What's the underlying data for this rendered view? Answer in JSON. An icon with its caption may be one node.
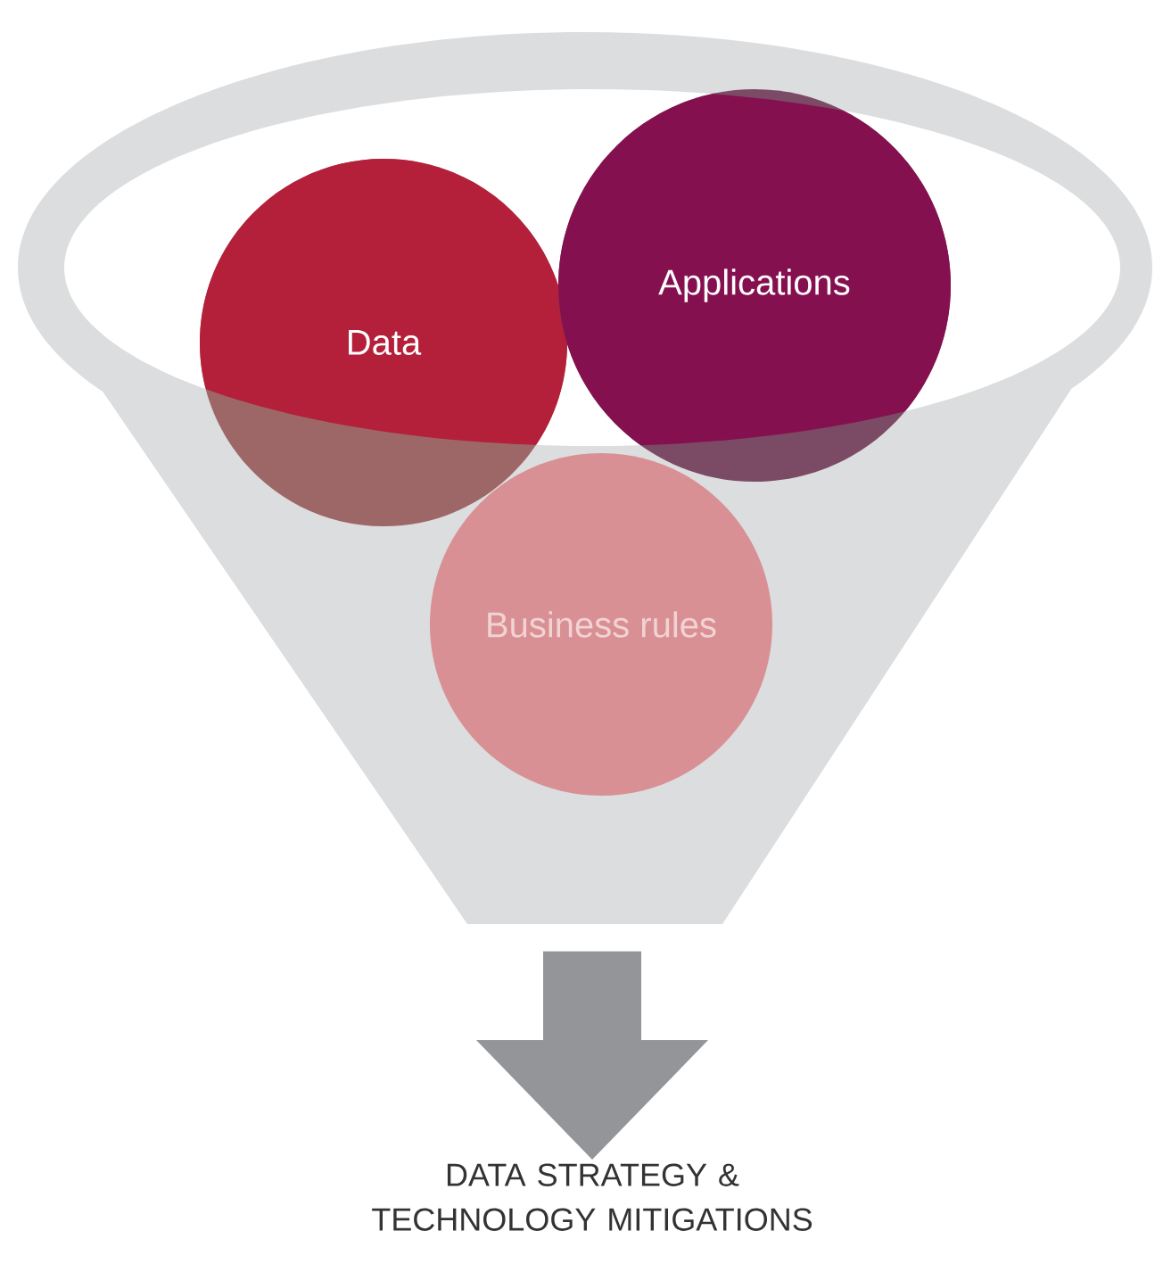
{
  "diagram": {
    "nodes": [
      {
        "text": [],
        "shape": "funnel"
      },
      {
        "text": [
          "Data"
        ],
        "in": 0
      },
      {
        "text": [
          "Applications"
        ],
        "in": 0
      },
      {
        "text": [
          "Business rules"
        ],
        "in": 0
      },
      {
        "text": [
          "DATA STRATEGY & TECHNOLOGY MITIGATIONS"
        ]
      }
    ],
    "edges": [
      {
        "from": 0,
        "to": 4,
        "arrow": "to"
      }
    ]
  }
}
